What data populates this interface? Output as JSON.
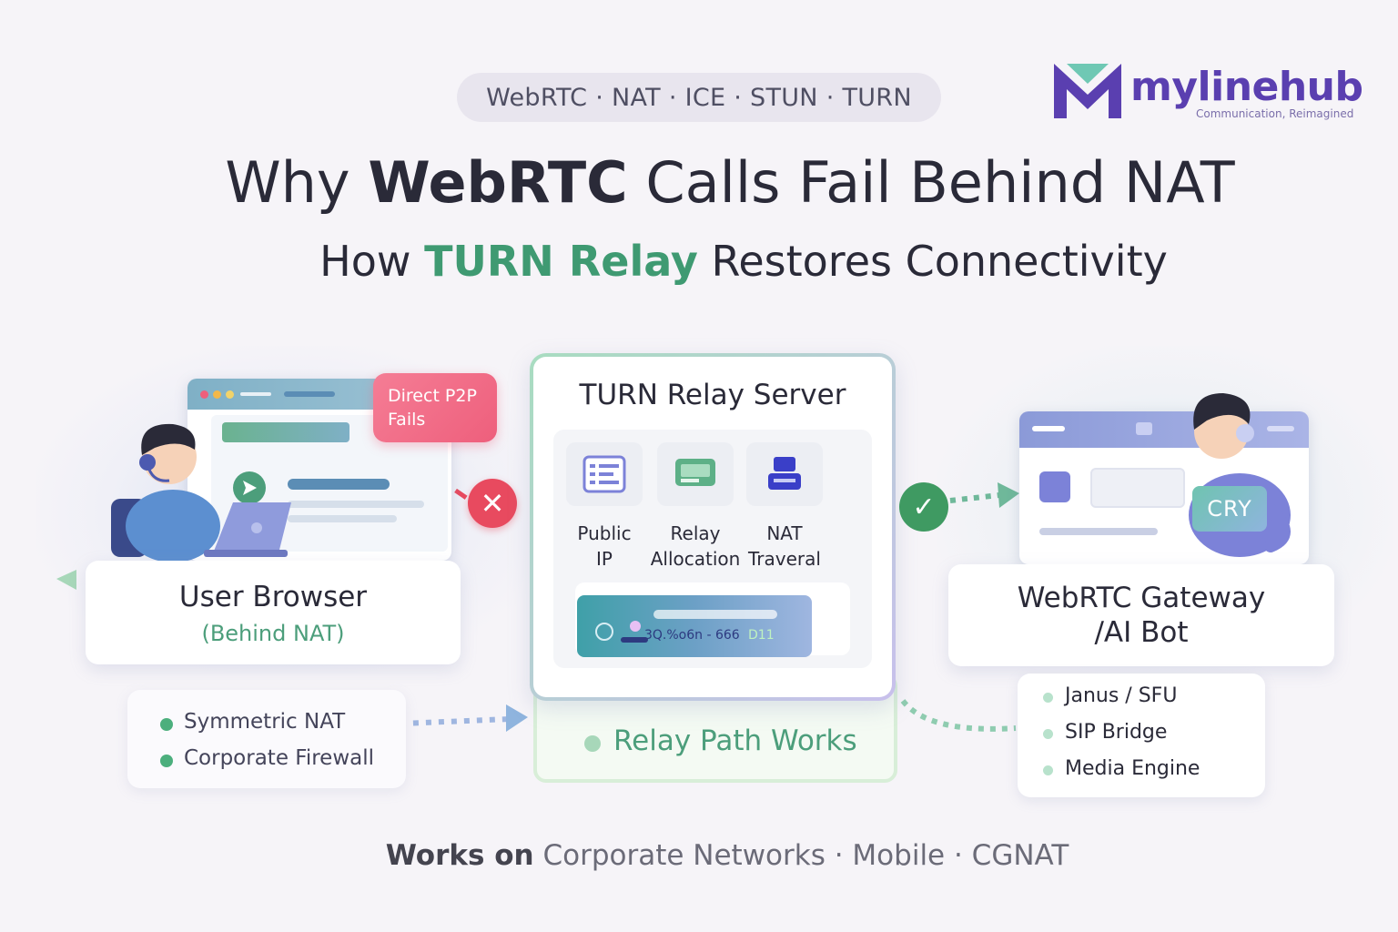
{
  "tag_line": "WebRTC · NAT · ICE · STUN · TURN",
  "logo": {
    "word": "mylinehub",
    "tagline": "Communication, Reimagined"
  },
  "title": {
    "pre": "Why ",
    "bold": "WebRTC",
    "post": " Calls Fail Behind NAT"
  },
  "subtitle": {
    "pre": "How ",
    "accent": "TURN Relay",
    "post": " Restores Connectivity"
  },
  "left": {
    "fail_badge": [
      "Direct P2P",
      "Fails"
    ],
    "card_title": "User Browser",
    "card_subtitle": "(Behind NAT)",
    "conditions": [
      "Symmetric NAT",
      "Corporate Firewall"
    ]
  },
  "center": {
    "title": "TURN Relay Server",
    "features": [
      {
        "line1": "Public",
        "line2": "IP",
        "icon": "network-list-icon"
      },
      {
        "line1": "Relay",
        "line2": "Allocation",
        "icon": "monitor-icon"
      },
      {
        "line1": "NAT",
        "line2": "Traveral",
        "icon": "router-icon"
      }
    ],
    "ip_readout": "3Q.%o6n - 666",
    "ip_end": "D11",
    "status": "Relay Path Works"
  },
  "right": {
    "screen_badge": "CRY",
    "card_title": [
      "WebRTC Gateway",
      "/AI Bot"
    ],
    "stack": [
      "Janus / SFU",
      "SIP Bridge",
      "Media Engine"
    ]
  },
  "footer": {
    "bold": "Works on",
    "rest": " Corporate Networks · Mobile · CGNAT"
  },
  "colors": {
    "accent_green": "#3f9a72",
    "brand_purple": "#5a3fb0",
    "fail_red": "#e84a5f",
    "fail_pink": "#f57d95"
  }
}
